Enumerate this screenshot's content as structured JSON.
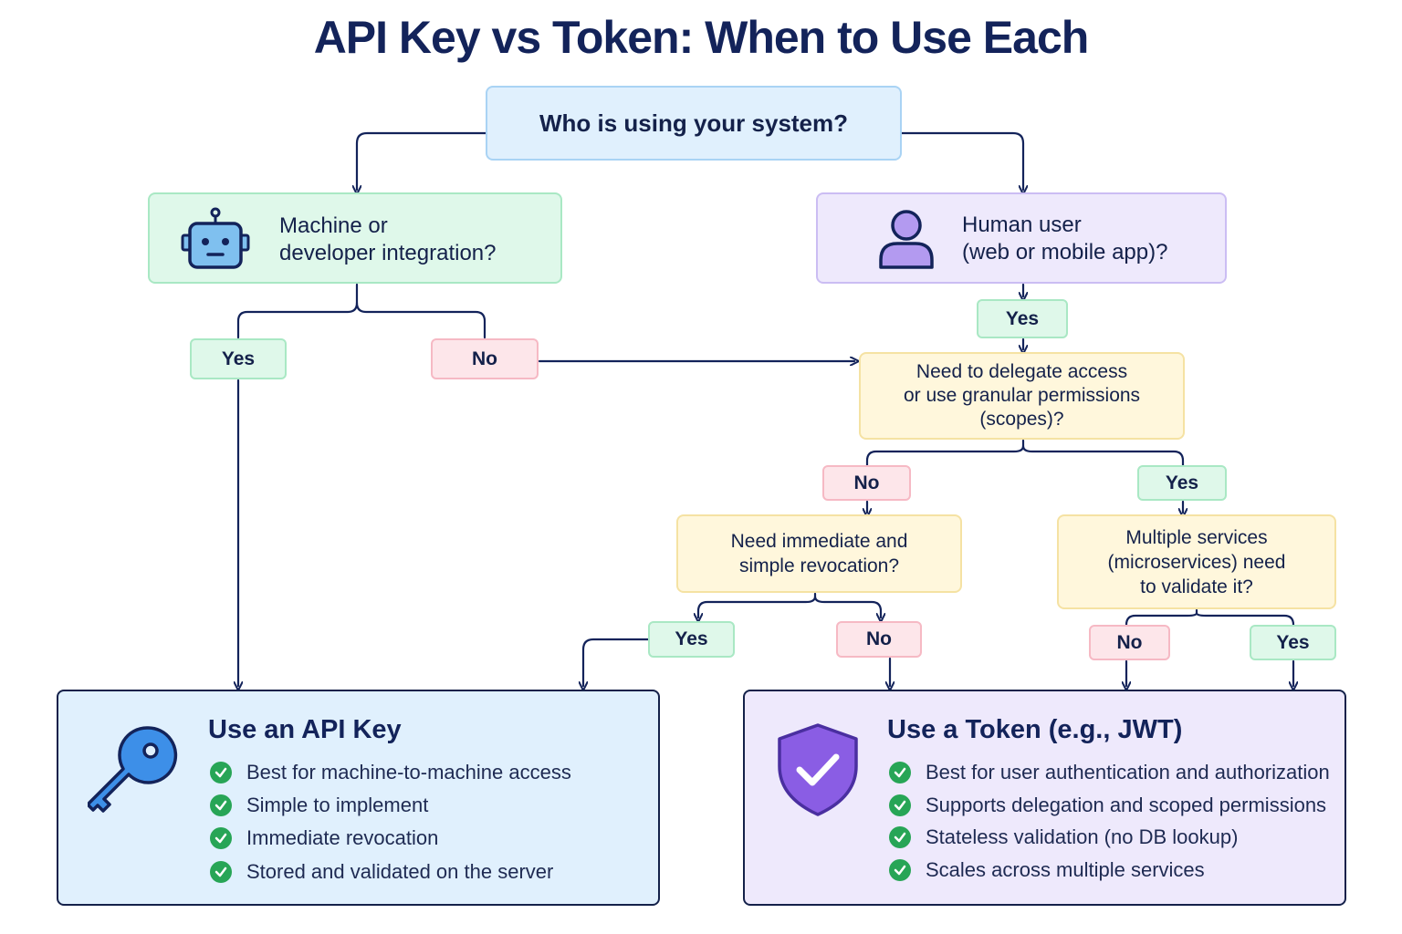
{
  "title": "API Key vs Token: When to Use Each",
  "nodes": {
    "root": "Who is using your system?",
    "machine": "Machine or\ndeveloper integration?",
    "human": "Human user\n(web or mobile app)?",
    "delegate": "Need to delegate access\nor use granular permissions\n(scopes)?",
    "revocation": "Need immediate and\nsimple revocation?",
    "microservices": "Multiple services\n(microservices) need\nto validate it?"
  },
  "labels": {
    "machine_yes": "Yes",
    "machine_no": "No",
    "human_yes": "Yes",
    "delegate_no": "No",
    "delegate_yes": "Yes",
    "revocation_yes": "Yes",
    "revocation_no": "No",
    "micro_no": "No",
    "micro_yes": "Yes"
  },
  "results": {
    "api_key": {
      "title": "Use an API Key",
      "bullets": [
        "Best for machine-to-machine access",
        "Simple to implement",
        "Immediate revocation",
        "Stored and validated on the server"
      ]
    },
    "token": {
      "title": "Use a Token (e.g., JWT)",
      "bullets": [
        "Best for user authentication and authorization",
        "Supports delegation and scoped permissions",
        "Stateless validation (no DB lookup)",
        "Scales across multiple services"
      ]
    }
  },
  "icons": {
    "machine": "robot-icon",
    "human": "user-icon",
    "api_key": "key-icon",
    "token": "shield-check-icon",
    "bullet": "check-circle-icon"
  },
  "colors": {
    "navy": "#13235a",
    "blue": "#e0f0fd",
    "green": "#dff8ea",
    "purple": "#eee9fc",
    "yellow": "#fff7dc",
    "pink": "#fde6ea",
    "check": "#27a556"
  }
}
